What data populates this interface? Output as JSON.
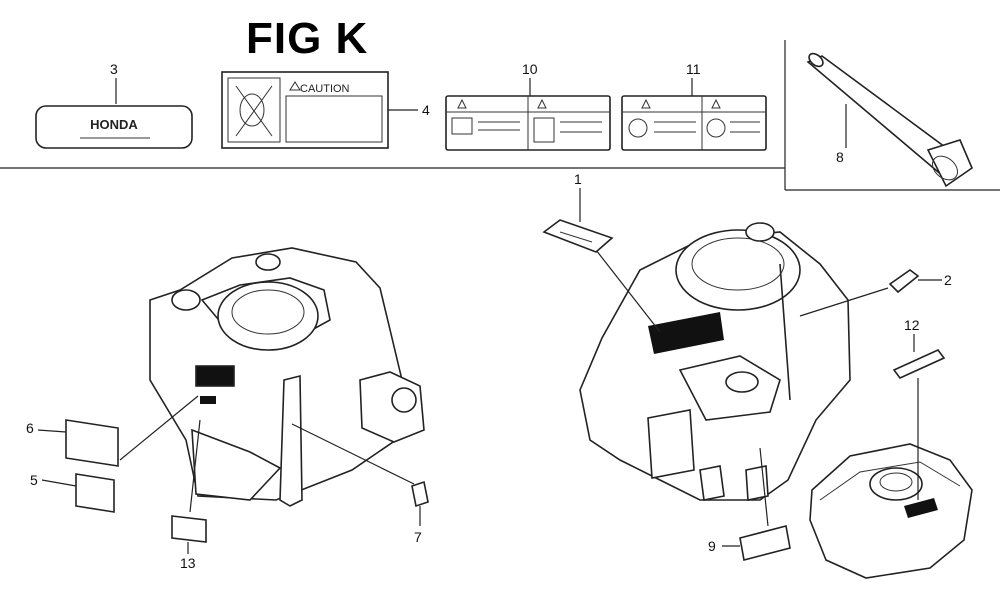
{
  "figure": {
    "title": "FIG K"
  },
  "decals": {
    "honda_label_text": "HONDA",
    "caution_label_text": "CAUTION"
  },
  "callouts": [
    {
      "id": "1",
      "label": "1"
    },
    {
      "id": "2",
      "label": "2"
    },
    {
      "id": "3",
      "label": "3"
    },
    {
      "id": "4",
      "label": "4"
    },
    {
      "id": "5",
      "label": "5"
    },
    {
      "id": "6",
      "label": "6"
    },
    {
      "id": "7",
      "label": "7"
    },
    {
      "id": "8",
      "label": "8"
    },
    {
      "id": "9",
      "label": "9"
    },
    {
      "id": "10",
      "label": "10"
    },
    {
      "id": "11",
      "label": "11"
    },
    {
      "id": "12",
      "label": "12"
    },
    {
      "id": "13",
      "label": "13"
    }
  ]
}
